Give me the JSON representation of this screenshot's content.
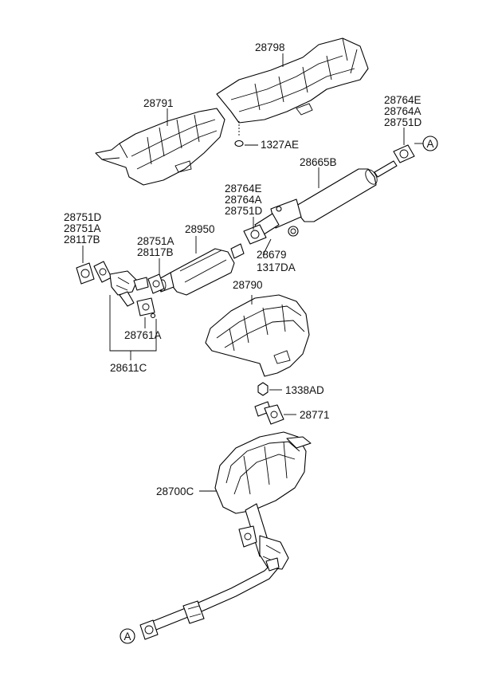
{
  "labels": {
    "p28798": "28798",
    "p28791": "28791",
    "p1327AE": "1327AE",
    "p28764E_r": "28764E",
    "p28764A_r": "28764A",
    "p28751D_r": "28751D",
    "p28665B": "28665B",
    "p28764E_m": "28764E",
    "p28764A_m": "28764A",
    "p28751D_m": "28751D",
    "p28751D_l": "28751D",
    "p28751A_l": "28751A",
    "p28117B_l": "28117B",
    "p28950": "28950",
    "p28751A_m": "28751A",
    "p28117B_m": "28117B",
    "p28679": "28679",
    "p1317DA": "1317DA",
    "p28790": "28790",
    "p28761A": "28761A",
    "p28611C": "28611C",
    "p1338AD": "1338AD",
    "p28771": "28771",
    "p28700C": "28700C"
  },
  "refs": {
    "ref_top": "A",
    "ref_bottom": "A"
  }
}
